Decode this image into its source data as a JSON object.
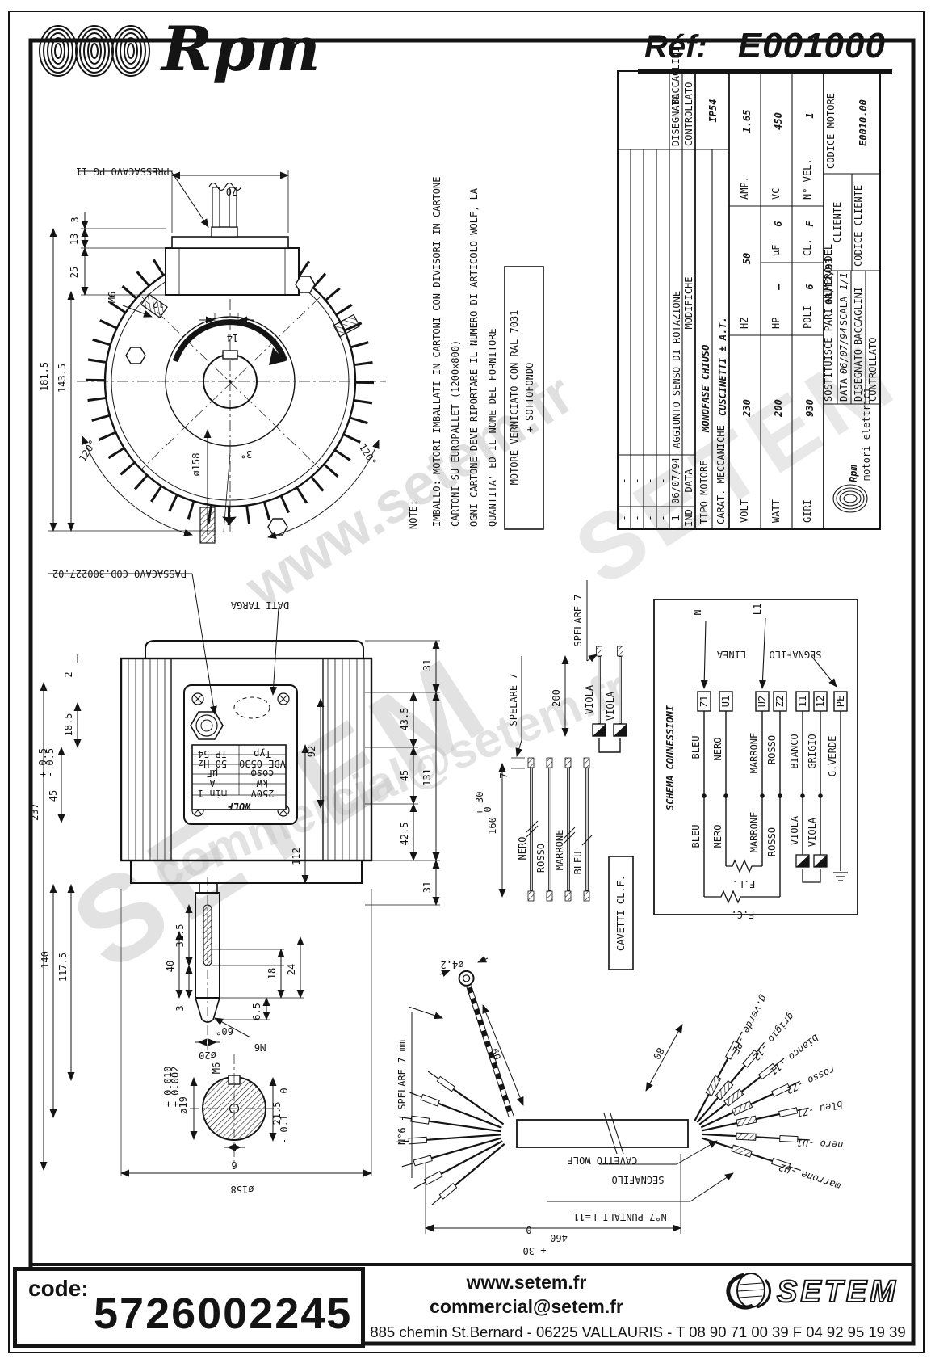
{
  "header": {
    "logo_text": "Rpm",
    "ref_label": "Réf:",
    "ref_value": "E001000"
  },
  "title_block": {
    "rev": {
      "dash": "-",
      "r1_ind": "1",
      "r1_date": "06/07/94",
      "r1_text": "AGGIUNTO SENSO DI ROTAZIONE",
      "h_ind": "IND",
      "h_date": "DATA",
      "h_mod": "MODIFICHE"
    },
    "sign": {
      "disegnato": "DISEGNATO",
      "disegnato_v": "BACCAGLINI",
      "controllato": "CONTROLLATO",
      "ip": "IP54"
    },
    "tipo_label": "TIPO MOTORE",
    "tipo_value": "MONOFASE CHIUSO",
    "carat_label": "CARAT. MECCANICHE",
    "carat_value": "CUSCINETTI ± A.T.",
    "grid": {
      "volt_l": "VOLT",
      "volt": "230",
      "hz_l": "HZ",
      "hz": "50",
      "amp_l": "AMP.",
      "amp": "1.65",
      "watt_l": "WATT",
      "watt": "200",
      "hp_l": "HP",
      "hp": "—",
      "uf_l": "µF",
      "uf": "6",
      "vc_l": "VC",
      "vc": "450",
      "giri_l": "GIRI",
      "giri": "930",
      "poli_l": "POLI",
      "poli": "6",
      "cl_l": "CL.",
      "cl": "F",
      "nvel_l": "N° VEL.",
      "nvel": "1"
    },
    "codice_motore_label": "CODICE MOTORE",
    "codice_motore_value": "E0010.00",
    "cliente_label": "CLIENTE",
    "codice_cliente_label": "CODICE CLIENTE",
    "brand_name": "Rpm",
    "brand_sub": "motori elettrici",
    "sost_label": "SOSTITUISCE PARI NUMERO DEL",
    "sost_date": "03/12/93",
    "meta": {
      "data_l": "DATA",
      "data_v": "06/07/94",
      "scala_l": "SCALA",
      "scala_v": "1/1",
      "dis_l": "DISEGNATO",
      "dis_v": "BACCAGLINI",
      "ctrl_l": "CONTROLLATO"
    }
  },
  "front_view": {
    "pressacavo": "PRESSACAVO PG 11",
    "d70": "70",
    "d13": "13",
    "d25": "25",
    "d3": "3",
    "d14": "14",
    "m6": "M6",
    "d12": "12",
    "d1815": "181.5",
    "d1435": "143.5",
    "a120a": "120°",
    "a120b": "120°",
    "d158": "ø158",
    "a3": "3°"
  },
  "side_view": {
    "passacavo": "PASSACAVO COD.300227.02",
    "dati_targa": "DATI TARGA",
    "d2": "2",
    "d185": "18.5",
    "d45": "45",
    "tp": "+ 0.5",
    "tm": "- 0.5",
    "d237": "237",
    "d140": "140",
    "d1175": "117.5",
    "d92": "92",
    "d112": "112",
    "d31a": "31",
    "d435": "43.5",
    "d45b": "45",
    "d425": "42.5",
    "d31b": "31",
    "d131": "131"
  },
  "nameplate": {
    "r1a": "Typ",
    "r1b": "IP 54",
    "r2a": "VDE 0530",
    "r2b": "50 Hz",
    "r3a": "cosφ",
    "r3b": "µF",
    "r4a": "kW",
    "r4b": "A",
    "r5a": "250V",
    "r5b": "min-1",
    "brand": "WOLF"
  },
  "shaft": {
    "d40": "40",
    "d325": "32.5",
    "d3": "3",
    "d18": "18",
    "d24": "24",
    "d65": "6.5",
    "a60": "60°",
    "d20": "ø20",
    "m6a": "M6",
    "d19": "ø19",
    "t19a": "+ 0.010",
    "t19b": "+ 0.002",
    "m6b": "M6",
    "d215": "21.5",
    "t215a": "0",
    "t215b": "- 0.1",
    "d6": "6",
    "d158": "ø158"
  },
  "wires": {
    "spelare_a": "SPELARE 7",
    "d7": "7",
    "d160": "160",
    "t160a": "+ 30",
    "t160b": "0",
    "nero": "NERO",
    "rosso": "ROSSO",
    "marrone": "MARRONE",
    "bleu": "BLEU",
    "spelare_b": "SPELARE 7",
    "d200": "200",
    "viola_a": "VIOLA",
    "viola_b": "VIOLA",
    "cavetti": "CAVETTI CL.F."
  },
  "notes": {
    "label": "NOTE:",
    "l1": "IMBALLO: MOTORI IMBALLATI IN CARTONI CON DIVISORI IN CARTONE",
    "l2": "CARTONI SU EUROPALLET (1200x800)",
    "l3": "OGNI CARTONE DEVE RIPORTARE IL NUMERO DI ARTICOLO WOLF, LA",
    "l4": "QUANTITA' ED IL NOME DEL FORNITORE",
    "box1": "MOTORE VERNICIATO CON RAL 7031",
    "box2": "+ SOTTOFONDO"
  },
  "schema": {
    "title": "SCHEMA CONNESSIONI",
    "n": "N",
    "l1": "L1",
    "linea": "LINEA",
    "segnafilo": "SEGNAFILO",
    "terminals": [
      "Z1",
      "U1",
      "U2",
      "Z2",
      "11",
      "12",
      "PE"
    ],
    "top": [
      "BLEU",
      "NERO",
      "MARRONE",
      "ROSSO",
      "BIANCO",
      "GRIGIO",
      "G.VERDE"
    ],
    "bottom": [
      "BLEU",
      "NERO",
      "MARRONE",
      "ROSSO",
      "VIOLA",
      "VIOLA"
    ],
    "fl": "F.L.",
    "fc": "F.C."
  },
  "cable": {
    "cavetto": "CAVETTO WOLF",
    "segnafilo": "SEGNAFILO",
    "puntali": "N°7 PUNTALI L=11",
    "spelare": "N°6 - SPELARE 7 mm",
    "d460": "460",
    "t460a": "0",
    "t460b": "+ 30",
    "d80": "80",
    "d60": "60",
    "d42": "ø4.2",
    "labels": [
      "g.verde -PE",
      "grigio -12",
      "bianco -11",
      "rosso -Z2",
      "bleu -Z1",
      "nero -U1",
      "marrone -U2"
    ]
  },
  "footer": {
    "code_label": "code:",
    "code_value": "5726002245",
    "web": "www.setem.fr",
    "email": "commercial@setem.fr",
    "address": "885 chemin St.Bernard  -  06225 VALLAURIS  -  T 08 90 71 00 39   F 04 92 95 19 39",
    "brand": "SETEM"
  },
  "watermarks": {
    "w1": "www.setem.fr",
    "w2": "SETEM",
    "w3": "commercial@setem.fr",
    "w4": "SETEM"
  }
}
